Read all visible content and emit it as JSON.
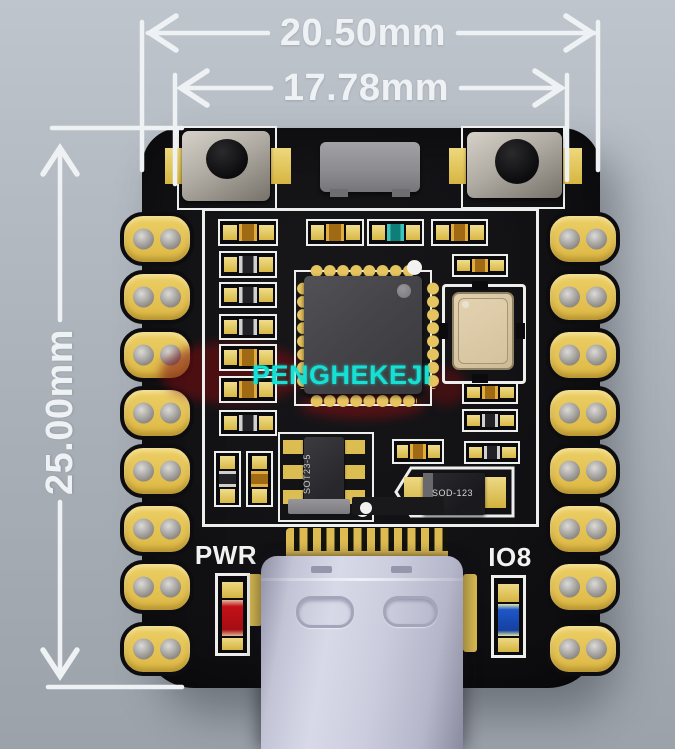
{
  "photo": {
    "description": "Top view product photo of a small black development PCB with castellated pads, two tactile buttons, main chip, crystal, USB-C plug inserted at the bottom, and white dimension callouts",
    "dimension_labels": {
      "outer_width": "20.50mm",
      "pin_span": "17.78mm",
      "board_height": "25.00mm"
    },
    "watermark_text": "PENGHEKEJI",
    "silkscreen_labels": {
      "power_led": "PWR",
      "io_led": "IO8",
      "regulator_package": "SOT23-5",
      "diode_package": "SOD-123"
    },
    "colors": {
      "background_top": "#bfc5cd",
      "background_bottom": "#9ca2aa",
      "board_black": "#101013",
      "pad_gold": "#e4c04e",
      "silkscreen_white": "#edefec",
      "led_red": "#c41118",
      "led_blue": "#1e56c9",
      "watermark_cyan": "#15e0d4",
      "usb_body_lavender": "#c9cadb",
      "dimension_white": "#eff2f4"
    }
  }
}
